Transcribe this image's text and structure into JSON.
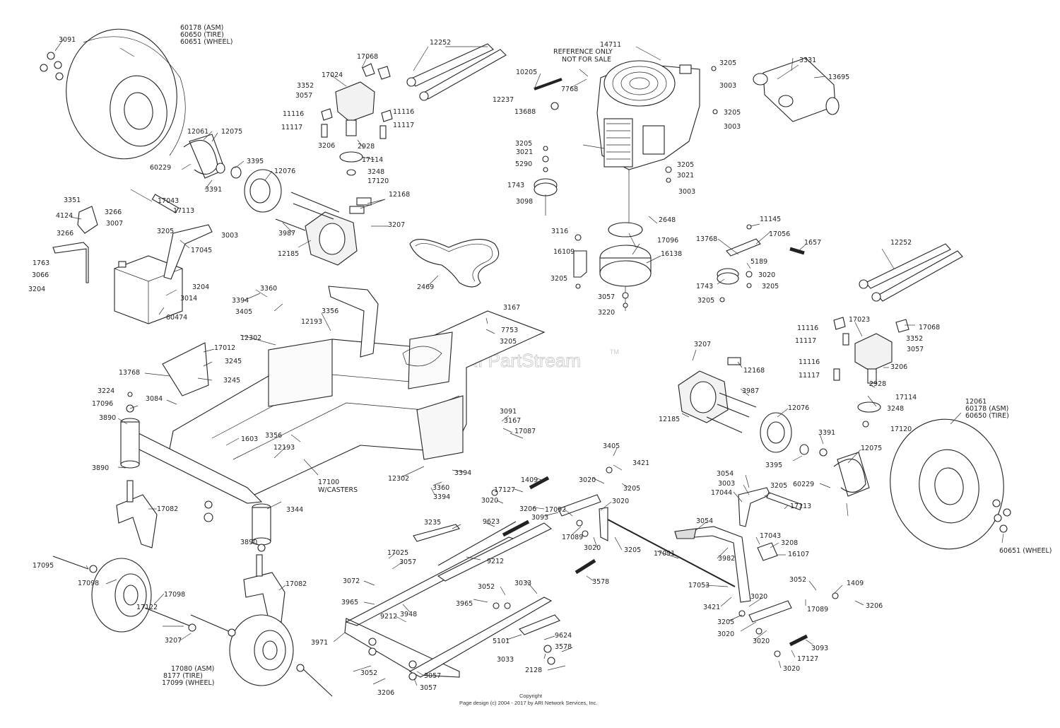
{
  "watermark": {
    "text": "ARI PartStream",
    "tm": "TM"
  },
  "reference_note": [
    "REFERENCE ONLY",
    "NOT FOR SALE"
  ],
  "footer": {
    "line1": "Copyright",
    "line2": "Page design (c) 2004 - 2017 by ARI Network Services, Inc."
  },
  "callouts": [
    {
      "t": "60178 (ASM)"
    },
    {
      "t": "60650 (TIRE)"
    },
    {
      "t": "60651 (WHEEL)"
    },
    {
      "t": "3091"
    },
    {
      "t": "12061"
    },
    {
      "t": "12075"
    },
    {
      "t": "60229"
    },
    {
      "t": "3391"
    },
    {
      "t": "3395"
    },
    {
      "t": "12076"
    },
    {
      "t": "17068"
    },
    {
      "t": "17024"
    },
    {
      "t": "3352"
    },
    {
      "t": "3057"
    },
    {
      "t": "11116"
    },
    {
      "t": "11117"
    },
    {
      "t": "11116"
    },
    {
      "t": "11117"
    },
    {
      "t": "3206"
    },
    {
      "t": "2928"
    },
    {
      "t": "17114"
    },
    {
      "t": "3248"
    },
    {
      "t": "17120"
    },
    {
      "t": "12252"
    },
    {
      "t": "14711"
    },
    {
      "t": "10205"
    },
    {
      "t": "12237"
    },
    {
      "t": "7768"
    },
    {
      "t": "13688"
    },
    {
      "t": "3205"
    },
    {
      "t": "3003"
    },
    {
      "t": "3205"
    },
    {
      "t": "3003"
    },
    {
      "t": "3331"
    },
    {
      "t": "13695"
    },
    {
      "t": "3205"
    },
    {
      "t": "3021"
    },
    {
      "t": "5290"
    },
    {
      "t": "1743"
    },
    {
      "t": "3098"
    },
    {
      "t": "3205"
    },
    {
      "t": "3021"
    },
    {
      "t": "3003"
    },
    {
      "t": "2648"
    },
    {
      "t": "17096"
    },
    {
      "t": "16138"
    },
    {
      "t": "3116"
    },
    {
      "t": "16109"
    },
    {
      "t": "3205"
    },
    {
      "t": "3057"
    },
    {
      "t": "3220"
    },
    {
      "t": "2469"
    },
    {
      "t": "12168"
    },
    {
      "t": "3207"
    },
    {
      "t": "3987"
    },
    {
      "t": "12185"
    },
    {
      "t": "3351"
    },
    {
      "t": "4124"
    },
    {
      "t": "3266"
    },
    {
      "t": "3007"
    },
    {
      "t": "3266"
    },
    {
      "t": "17043"
    },
    {
      "t": "17113"
    },
    {
      "t": "3205"
    },
    {
      "t": "3003"
    },
    {
      "t": "17045"
    },
    {
      "t": "1763"
    },
    {
      "t": "3066"
    },
    {
      "t": "3204"
    },
    {
      "t": "3204"
    },
    {
      "t": "3014"
    },
    {
      "t": "60474"
    },
    {
      "t": "3360"
    },
    {
      "t": "3394"
    },
    {
      "t": "3405"
    },
    {
      "t": "3356"
    },
    {
      "t": "12193"
    },
    {
      "t": "3167"
    },
    {
      "t": "7753"
    },
    {
      "t": "3205"
    },
    {
      "t": "12302"
    },
    {
      "t": "17012"
    },
    {
      "t": "3245"
    },
    {
      "t": "3245"
    },
    {
      "t": "13768"
    },
    {
      "t": "3224"
    },
    {
      "t": "17096"
    },
    {
      "t": "3084"
    },
    {
      "t": "3890"
    },
    {
      "t": "1603"
    },
    {
      "t": "3356"
    },
    {
      "t": "12193"
    },
    {
      "t": "3890"
    },
    {
      "t": "17100"
    },
    {
      "t": "W/CASTERS"
    },
    {
      "t": "12302"
    },
    {
      "t": "3344"
    },
    {
      "t": "17082"
    },
    {
      "t": "3890"
    },
    {
      "t": "17095"
    },
    {
      "t": "17098"
    },
    {
      "t": "17098"
    },
    {
      "t": "17122"
    },
    {
      "t": "3207"
    },
    {
      "t": "17082"
    },
    {
      "t": "17080 (ASM)"
    },
    {
      "t": "8177 (TIRE)"
    },
    {
      "t": "17099 (WHEEL)"
    },
    {
      "t": "11145"
    },
    {
      "t": "13768"
    },
    {
      "t": "17056"
    },
    {
      "t": "1657"
    },
    {
      "t": "5189"
    },
    {
      "t": "3020"
    },
    {
      "t": "1743"
    },
    {
      "t": "3205"
    },
    {
      "t": "3205"
    },
    {
      "t": "12252"
    },
    {
      "t": "11116"
    },
    {
      "t": "17023"
    },
    {
      "t": "17068"
    },
    {
      "t": "11117"
    },
    {
      "t": "3352"
    },
    {
      "t": "3057"
    },
    {
      "t": "11116"
    },
    {
      "t": "11117"
    },
    {
      "t": "3206"
    },
    {
      "t": "2928"
    },
    {
      "t": "17114"
    },
    {
      "t": "3248"
    },
    {
      "t": "17120"
    },
    {
      "t": "3207"
    },
    {
      "t": "12168"
    },
    {
      "t": "3987"
    },
    {
      "t": "12185"
    },
    {
      "t": "12076"
    },
    {
      "t": "3391"
    },
    {
      "t": "12075"
    },
    {
      "t": "3395"
    },
    {
      "t": "60229"
    },
    {
      "t": "12061"
    },
    {
      "t": "60178 (ASM)"
    },
    {
      "t": "60650 (TIRE)"
    },
    {
      "t": "60651 (WHEEL)"
    },
    {
      "t": "3091"
    },
    {
      "t": "3167"
    },
    {
      "t": "17087"
    },
    {
      "t": "3394"
    },
    {
      "t": "3360"
    },
    {
      "t": "3394"
    },
    {
      "t": "3405"
    },
    {
      "t": "3421"
    },
    {
      "t": "3020"
    },
    {
      "t": "3205"
    },
    {
      "t": "1409"
    },
    {
      "t": "17127"
    },
    {
      "t": "3020"
    },
    {
      "t": "3206"
    },
    {
      "t": "3093"
    },
    {
      "t": "3020"
    },
    {
      "t": "17092"
    },
    {
      "t": "17089"
    },
    {
      "t": "3020"
    },
    {
      "t": "3205"
    },
    {
      "t": "3054"
    },
    {
      "t": "3982"
    },
    {
      "t": "17091"
    },
    {
      "t": "17053"
    },
    {
      "t": "3054"
    },
    {
      "t": "3003"
    },
    {
      "t": "17044"
    },
    {
      "t": "3205"
    },
    {
      "t": "17113"
    },
    {
      "t": "17043"
    },
    {
      "t": "3208"
    },
    {
      "t": "16107"
    },
    {
      "t": "3235"
    },
    {
      "t": "9623"
    },
    {
      "t": "9212"
    },
    {
      "t": "17025"
    },
    {
      "t": "3057"
    },
    {
      "t": "3072"
    },
    {
      "t": "3965"
    },
    {
      "t": "3948"
    },
    {
      "t": "3965"
    },
    {
      "t": "3052"
    },
    {
      "t": "3033"
    },
    {
      "t": "3578"
    },
    {
      "t": "9212"
    },
    {
      "t": "3971"
    },
    {
      "t": "5101"
    },
    {
      "t": "9624"
    },
    {
      "t": "3578"
    },
    {
      "t": "3033"
    },
    {
      "t": "2128"
    },
    {
      "t": "3052"
    },
    {
      "t": "3057"
    },
    {
      "t": "3057"
    },
    {
      "t": "3206"
    },
    {
      "t": "3052"
    },
    {
      "t": "1409"
    },
    {
      "t": "3020"
    },
    {
      "t": "17089"
    },
    {
      "t": "3206"
    },
    {
      "t": "3421"
    },
    {
      "t": "3205"
    },
    {
      "t": "3020"
    },
    {
      "t": "3020"
    },
    {
      "t": "3093"
    },
    {
      "t": "17127"
    },
    {
      "t": "3020"
    },
    {
      "t": "3206"
    }
  ]
}
